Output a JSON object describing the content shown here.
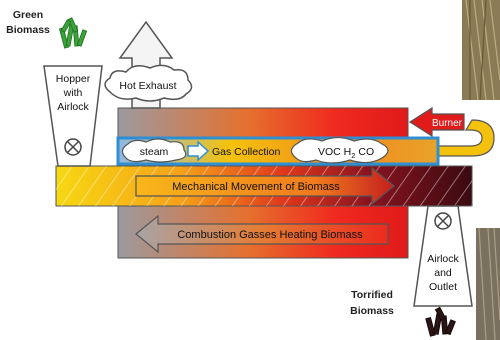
{
  "labels": {
    "green_biomass": [
      "Green",
      "Biomass"
    ],
    "hopper": [
      "Hopper",
      "with",
      "Airlock"
    ],
    "hot_exhaust": "Hot Exhaust",
    "burner": "Burner",
    "steam": "steam",
    "gas_collection": "Gas Collection",
    "voc": {
      "prefix": "VOC H",
      "subscript": "2",
      "suffix": " CO"
    },
    "mechanical_movement": "Mechanical Movement of Biomass",
    "combustion_gasses": "Combustion Gasses Heating Biomass",
    "outlet": [
      "Airlock",
      "and",
      "Outlet"
    ],
    "torrified_biomass": [
      "Torrified",
      "Biomass"
    ]
  },
  "colors": {
    "gas_channel": "#2f8fd2",
    "burner_red": "#e11a1a",
    "heat_yellow": "#f4c20d",
    "char_dark": "#3a0a10",
    "green_biomass": "#3aa33a",
    "torrified_dark": "#2a1414"
  },
  "icons": {
    "green_pile": "green-biomass-pile-icon",
    "dark_pile": "torrified-biomass-pile-icon",
    "airlock": "airlock-valve-icon",
    "exhaust": "up-arrow-icon",
    "burner_loop": "return-arrow-icon"
  }
}
